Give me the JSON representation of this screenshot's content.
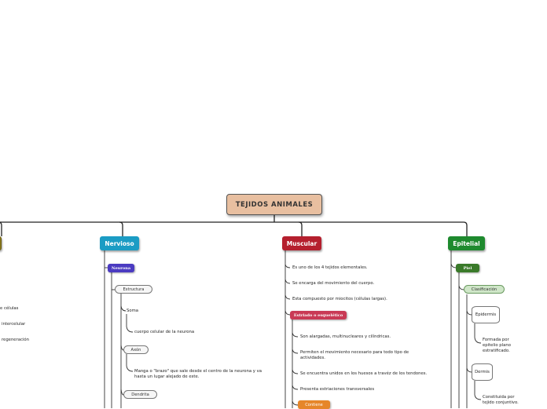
{
  "root": "TEJIDOS ANIMALES",
  "branches": {
    "left_partial": {
      "items": [
        "e células",
        "intercelular",
        "regeneración"
      ]
    },
    "nervioso": {
      "label": "Nervioso",
      "color": "#1b9cc4",
      "neurona": "Neurona",
      "estructura": "Estructura",
      "soma": "Soma",
      "soma_desc": "cuerpo celular de la neurona",
      "axon": "Axón",
      "axon_desc_1": "Manga o \"brazo\" que sale desde el centro de la neurona y va",
      "axon_desc_2": "hasta un lugar alejado de este.",
      "dendrita": "Dendrita"
    },
    "muscular": {
      "label": "Muscular",
      "color": "#b51f2e",
      "facts": [
        "Es uno de los 4 tejidos elementales.",
        "Se encarga del movimiento del cuerpo.",
        "Esta compuesto por miocitos (células largas)."
      ],
      "estriado": "Estriado o esquelético",
      "estriado_facts": [
        "Son alargadas, multinucleares y cilíndricas.",
        "Permiten el movimiento necesario para todo tipo de",
        "actividades.",
        "Se encuentra unidos en los huesos a travéz de los tendones.",
        "Presenta estriaciones transversales"
      ],
      "contiene": "Contiene"
    },
    "epitelial": {
      "label": "Epitelial",
      "color": "#1e8a2e",
      "piel": "Piel",
      "clasificacion": "Clasificación",
      "epidermis": "Epidermis",
      "epidermis_desc": "Formada por epitelio plano estratificado.",
      "dermis": "Dermis",
      "dermis_desc": "Constituida por tejido conjuntivo."
    }
  }
}
